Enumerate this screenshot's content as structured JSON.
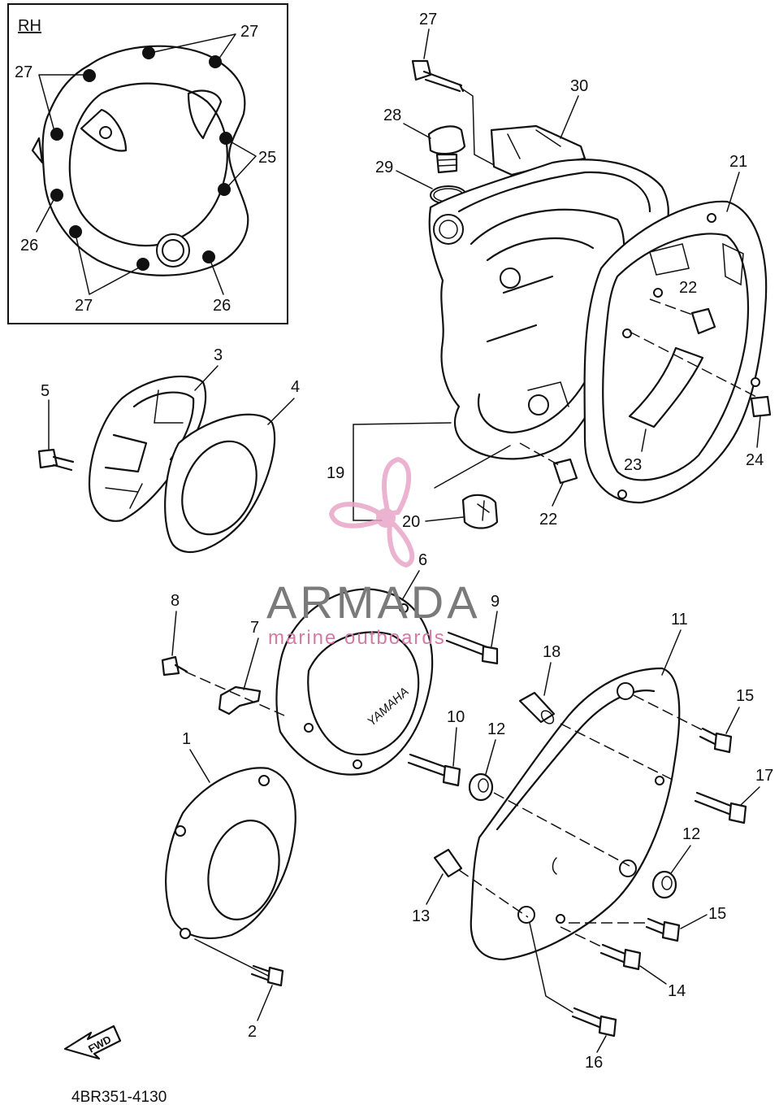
{
  "inset": {
    "label": "RH"
  },
  "callouts": {
    "c1": "1",
    "c2": "2",
    "c3": "3",
    "c4": "4",
    "c5": "5",
    "c6": "6",
    "c7": "7",
    "c8": "8",
    "c9": "9",
    "c10": "10",
    "c11": "11",
    "c12a": "12",
    "c12b": "12",
    "c13": "13",
    "c14": "14",
    "c15a": "15",
    "c15b": "15",
    "c16": "16",
    "c17": "17",
    "c18": "18",
    "c19": "19",
    "c20": "20",
    "c21": "21",
    "c22a": "22",
    "c22b": "22",
    "c23": "23",
    "c24": "24",
    "c25": "25",
    "c26a": "26",
    "c26b": "26",
    "c27a": "27",
    "c27b": "27",
    "c27c": "27",
    "c27d": "27",
    "c28": "28",
    "c29": "29",
    "c30": "30"
  },
  "brand_on_cover": "YAMAHA",
  "fwd_label": "FWD",
  "diagram_code": "4BR351-4130",
  "watermark": {
    "title": "ARMADA",
    "subtitle": "marine outboards",
    "colors": {
      "logo": "#e8a6c8",
      "text": "#7a7a7a",
      "subtitle": "#d47aa6"
    }
  }
}
